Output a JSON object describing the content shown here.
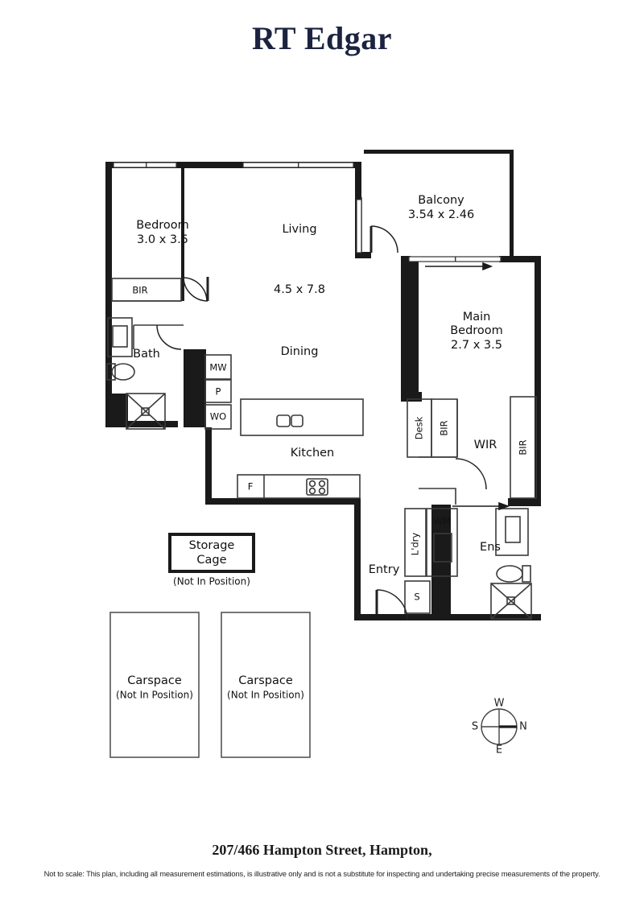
{
  "brand": {
    "name": "RT Edgar"
  },
  "footer": {
    "address": "207/466 Hampton Street, Hampton,",
    "disclaimer": "Not to scale: This plan, including all measurement estimations, is illustrative only and is not a substitute for inspecting and undertaking precise measurements of the property."
  },
  "rooms": [
    {
      "name": "bedroom",
      "label": "Bedroom",
      "dim": "3.0 x 3.5"
    },
    {
      "name": "living",
      "label": "Living",
      "dim": "4.5 x 7.8"
    },
    {
      "name": "dining",
      "label": "Dining",
      "dim": ""
    },
    {
      "name": "kitchen",
      "label": "Kitchen",
      "dim": ""
    },
    {
      "name": "bath",
      "label": "Bath",
      "dim": ""
    },
    {
      "name": "balcony",
      "label": "Balcony",
      "dim": "3.54 x 2.46"
    },
    {
      "name": "main-bedroom",
      "label": "Main\nBedroom",
      "dim": "2.7 x 3.5"
    },
    {
      "name": "wir",
      "label": "WIR",
      "dim": ""
    },
    {
      "name": "ens",
      "label": "Ens",
      "dim": ""
    },
    {
      "name": "entry",
      "label": "Entry",
      "dim": ""
    }
  ],
  "room_labels": {
    "bedroom": "Bedroom",
    "bedroom_dim": "3.0 x 3.5",
    "living": "Living",
    "living_dim": "4.5 x 7.8",
    "dining": "Dining",
    "kitchen": "Kitchen",
    "bath": "Bath",
    "balcony": "Balcony",
    "balcony_dim": "3.54 x 2.46",
    "main_bedroom_line1": "Main",
    "main_bedroom_line2": "Bedroom",
    "main_bedroom_dim": "2.7 x 3.5",
    "wir": "WIR",
    "ens": "Ens",
    "entry": "Entry"
  },
  "fixtures": {
    "bir_bedroom": "BIR",
    "mw": "MW",
    "pantry": "P",
    "wall_oven": "WO",
    "fridge": "F",
    "desk": "Desk",
    "bir_main": "BIR",
    "bir_wir": "BIR",
    "laundry": "L'dry",
    "washing_machine": "WM",
    "store": "S"
  },
  "extras": {
    "storage_cage_line1": "Storage",
    "storage_cage_line2": "Cage",
    "storage_cage_note": "(Not In Position)",
    "carspace_1_label": "Carspace",
    "carspace_1_note": "(Not In Position)",
    "carspace_2_label": "Carspace",
    "carspace_2_note": "(Not In Position)"
  },
  "compass": {
    "top": "W",
    "left": "S",
    "right": "N",
    "bottom": "E"
  },
  "colors": {
    "brand_navy": "#1b2340",
    "wall_black": "#1a1a1a",
    "thin_line": "#555555",
    "paper": "#ffffff"
  }
}
